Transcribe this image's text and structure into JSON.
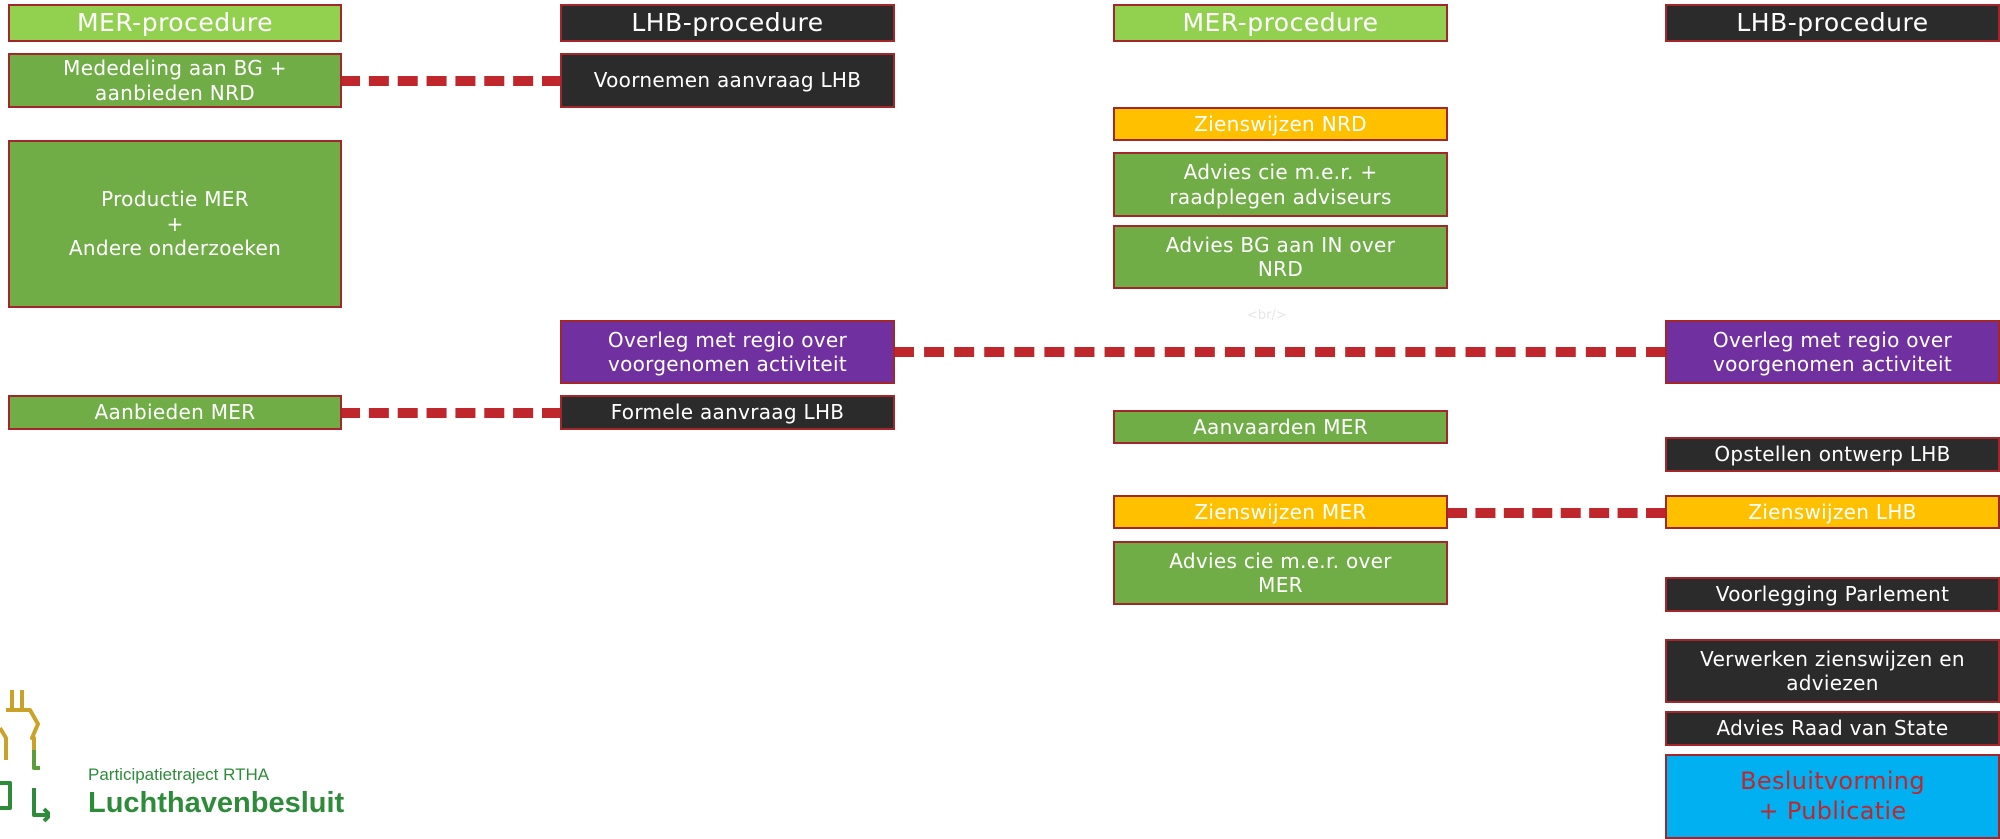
{
  "headers": {
    "mer_left": "MER-procedure",
    "lhb_left": "LHB-procedure",
    "mer_right": "MER-procedure",
    "lhb_right": "LHB-procedure"
  },
  "col1": {
    "mededeling": "Mededeling aan BG + aanbieden NRD",
    "productie": "Productie MER\n+\nAndere onderzoeken",
    "aanbieden_mer": "Aanbieden MER"
  },
  "col2": {
    "voornemen": "Voornemen aanvraag LHB",
    "overleg": "Overleg met regio over voorgenomen activiteit",
    "formele": "Formele aanvraag LHB"
  },
  "col3": {
    "zienswijzen_nrd": "Zienswijzen NRD",
    "advies_cie": "Advies cie m.e.r. + raadplegen adviseurs",
    "advies_bg": "Advies BG aan IN over NRD",
    "ghost": "<br/>",
    "aanvaarden": "Aanvaarden MER",
    "zienswijzen_mer": "Zienswijzen MER",
    "advies_cie_mer": "Advies cie m.e.r. over MER"
  },
  "col4": {
    "overleg": "Overleg met regio over voorgenomen activiteit",
    "opstellen": "Opstellen ontwerp LHB",
    "zienswijzen_lhb": "Zienswijzen LHB",
    "voorlegging": "Voorlegging Parlement",
    "verwerken": "Verwerken zienswijzen en adviezen",
    "advies_rvs": "Advies Raad van State",
    "besluitvorming": "Besluitvorming + Publicatie"
  },
  "logo": {
    "subtitle": "Participatietraject RTHA",
    "title": "Luchthavenbesluit"
  },
  "colors": {
    "light_green": "#92d050",
    "green": "#70ad47",
    "dark": "#2b2b2b",
    "purple": "#7030a0",
    "yellow": "#ffc000",
    "blue": "#00b0f0",
    "connector_red": "#c0272d"
  }
}
